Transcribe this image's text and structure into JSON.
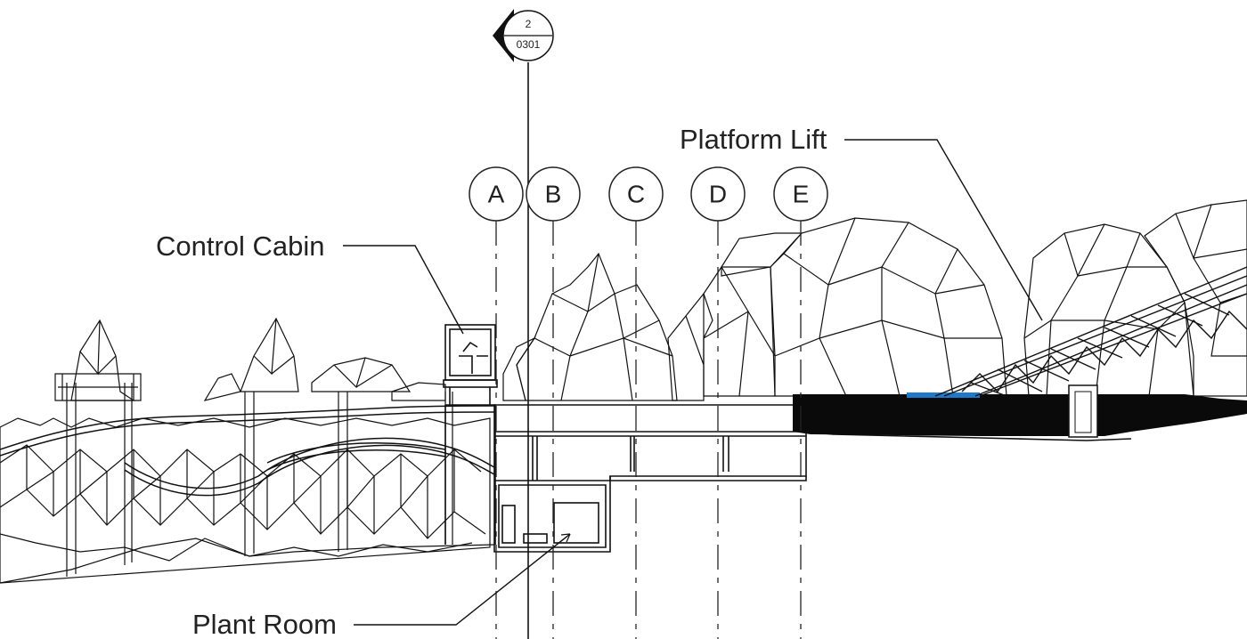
{
  "section_marker": {
    "number": "2",
    "sheet": "0301"
  },
  "grid_lines": [
    "A",
    "B",
    "C",
    "D",
    "E"
  ],
  "callouts": {
    "control_cabin": "Control Cabin",
    "platform_lift": "Platform Lift",
    "plant_room": "Plant Room"
  },
  "colors": {
    "line": "#111111",
    "background": "#ffffff",
    "lift_highlight": "#1f78c8",
    "building_fill": "#0a0a0a"
  }
}
